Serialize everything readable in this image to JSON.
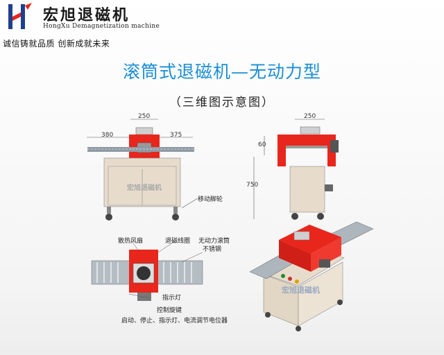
{
  "brand": {
    "name": "宏旭退磁机",
    "english": "HongXu Demagnetization machine",
    "slogan": "诚信铸就品质  创新成就未来",
    "colors": {
      "red": "#e8261c",
      "blue": "#1a8ed6",
      "navy": "#1f3f8f"
    }
  },
  "title": "滚筒式退磁机—无动力型",
  "subtitle": "（三维图示意图）",
  "front_view": {
    "dims": {
      "top": "250",
      "left": "380",
      "right": "375"
    },
    "watermark": "宏旭退磁机",
    "label_wheel": "移动脚轮"
  },
  "side_view": {
    "dims": {
      "top": "250",
      "h1": "60",
      "h2": "750"
    }
  },
  "top_view": {
    "labels": {
      "fan": "散热风扇",
      "coil": "退磁线圈",
      "roller": "无动力滚筒",
      "roller2": "不锈钢",
      "lamp": "指示灯",
      "knob": "控制旋键",
      "functions": "启动、停止、指示灯、电流调节电位器"
    }
  },
  "iso_view": {
    "watermark": "宏旭退磁机"
  }
}
